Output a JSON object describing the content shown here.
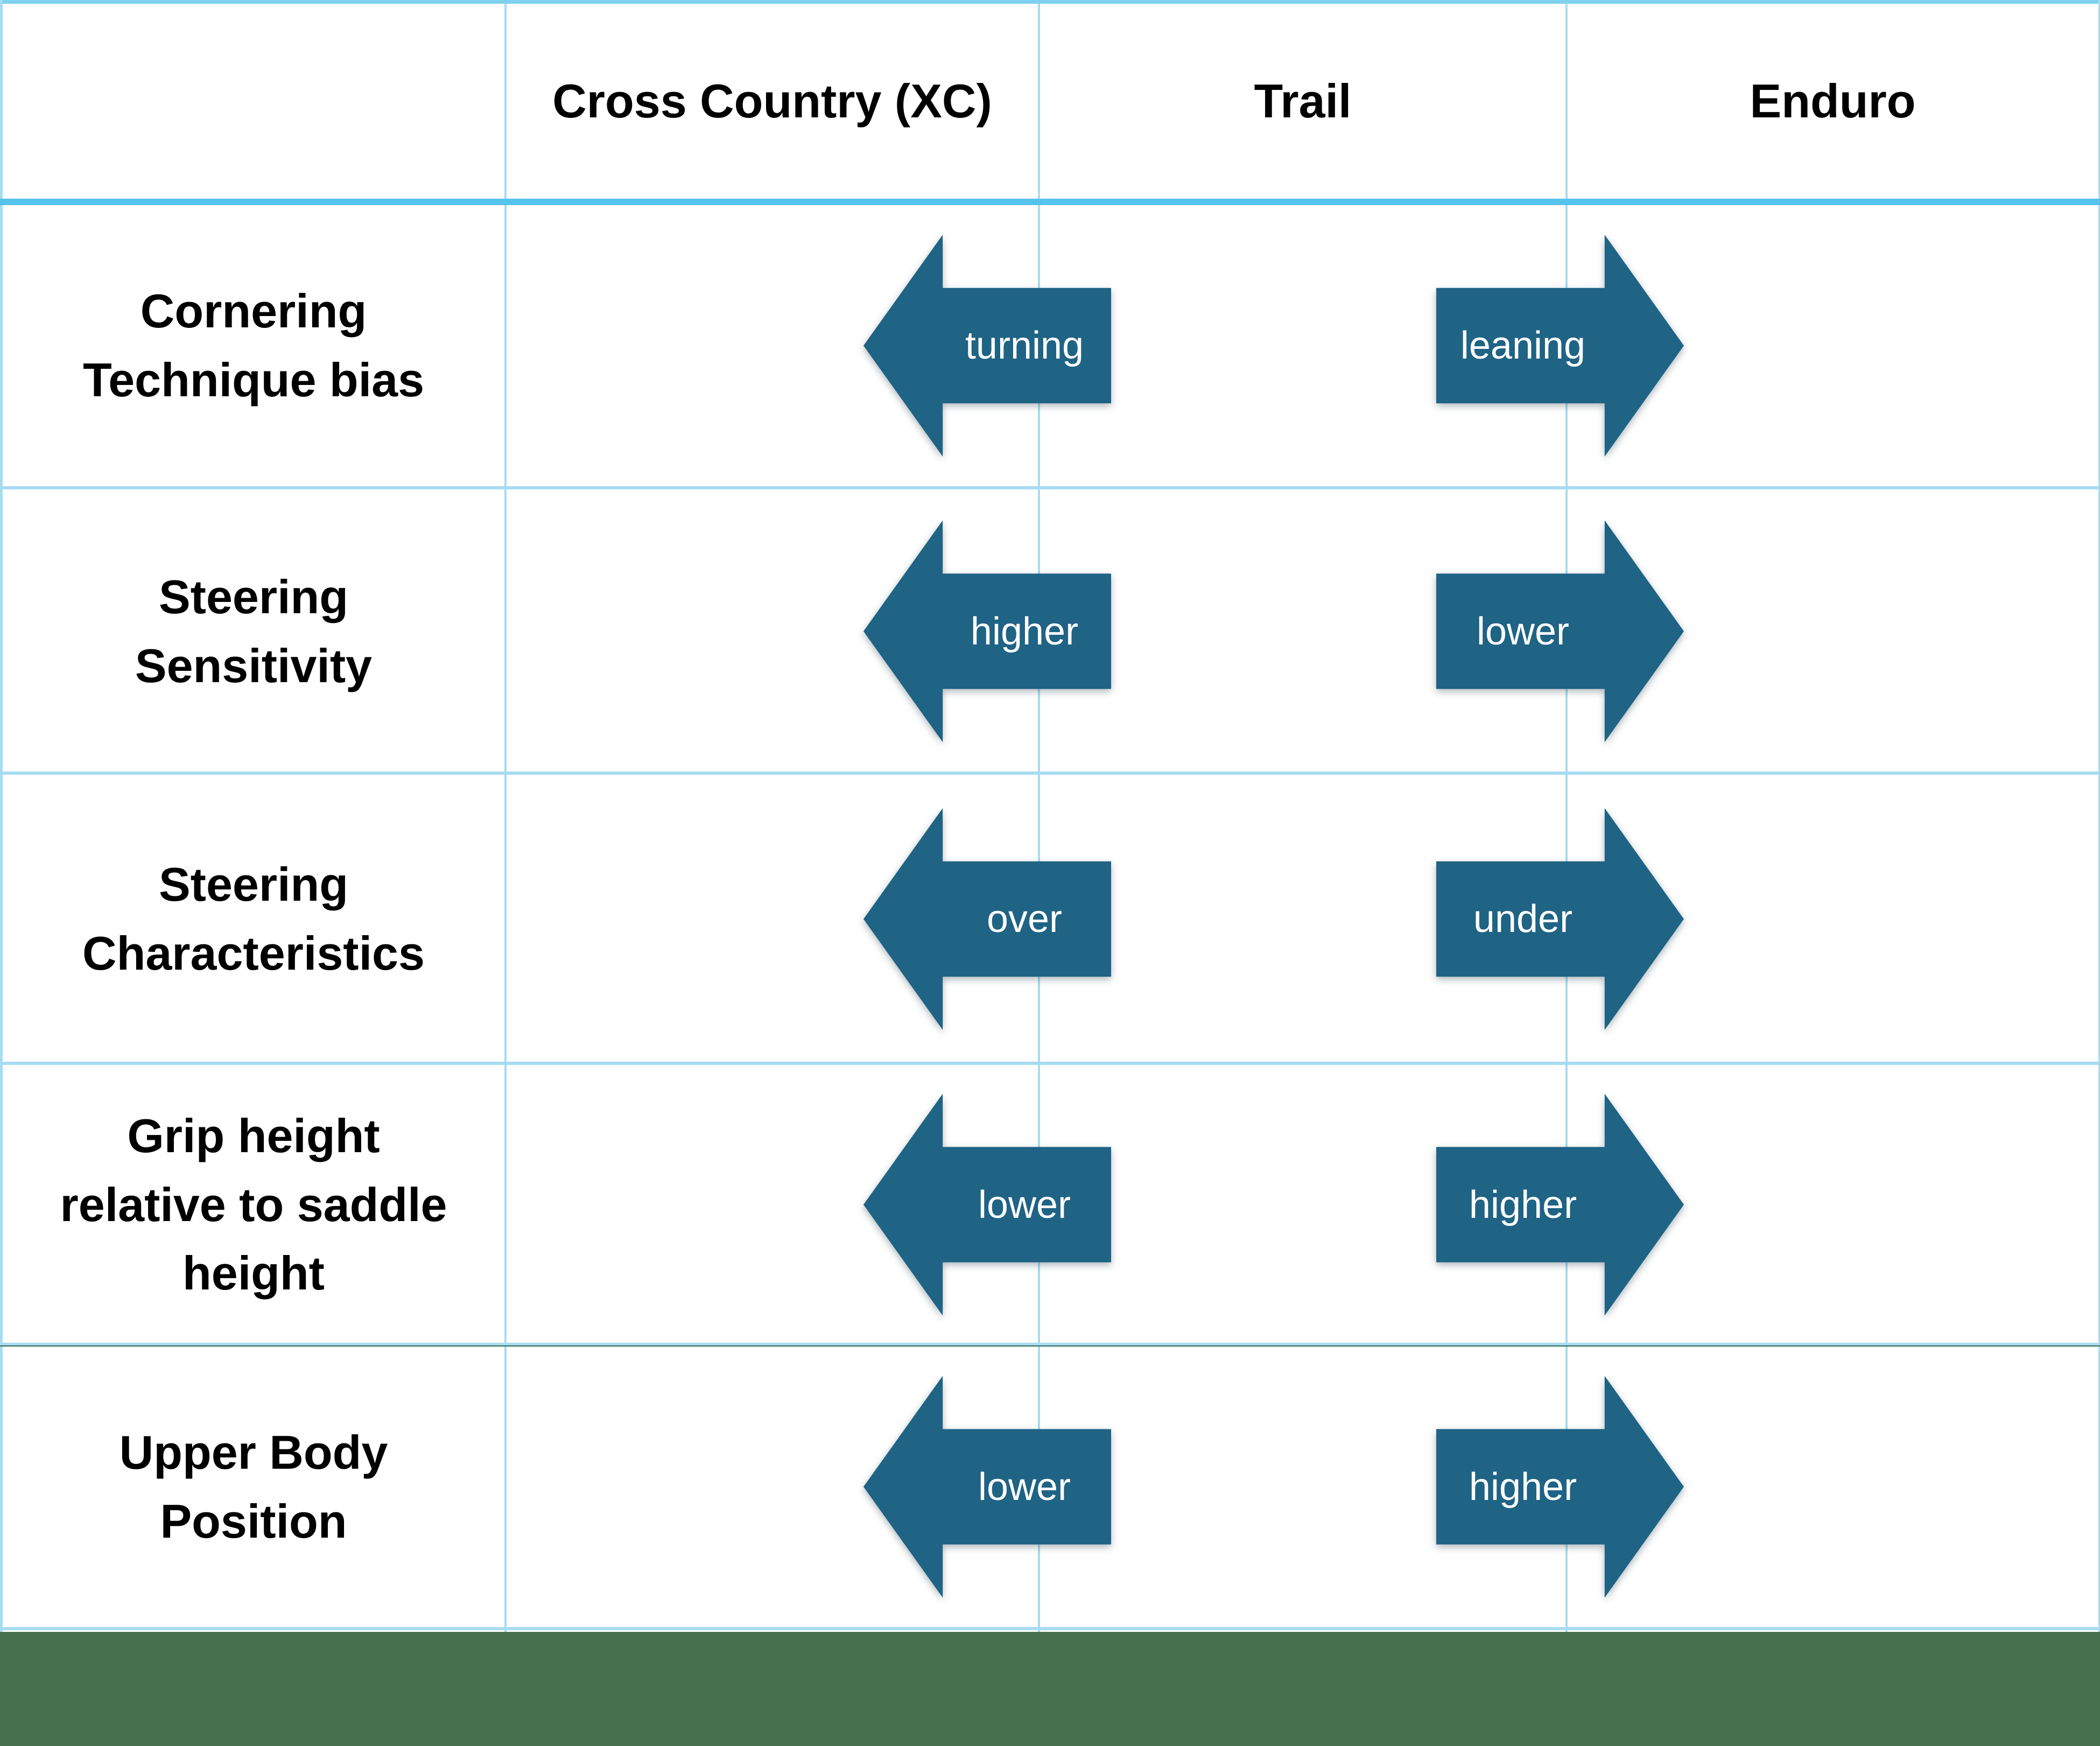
{
  "table": {
    "header": {
      "columns": [
        "",
        "Cross Country (XC)",
        "Trail",
        "Enduro"
      ]
    },
    "rows": [
      {
        "label": "Cornering Technique bias",
        "label_lines": [
          "Cornering",
          "Technique bias",
          ""
        ],
        "left_arrow": "turning",
        "right_arrow": "leaning"
      },
      {
        "label": "Steering Sensitivity",
        "label_lines": [
          "Steering",
          "Sensitivity",
          ""
        ],
        "left_arrow": "higher",
        "right_arrow": "lower"
      },
      {
        "label": "Steering Characteristics",
        "label_lines": [
          "Steering",
          "Characteristics",
          ""
        ],
        "left_arrow": "over",
        "right_arrow": "under"
      },
      {
        "label": "Grip height relative to saddle height",
        "label_lines": [
          "Grip height",
          "relative to saddle",
          "height"
        ],
        "left_arrow": "lower",
        "right_arrow": "higher"
      },
      {
        "label": "Upper Body Position",
        "label_lines": [
          "Upper Body",
          "Position",
          ""
        ],
        "left_arrow": "lower",
        "right_arrow": "higher"
      }
    ]
  },
  "colors": {
    "arrow_fill": "#1F6385",
    "arrow_text": "#FFFFFF",
    "grid_line_light": "#A6DCF2",
    "grid_line_accent": "#55C3EC",
    "top_border": "#7FD1F0",
    "separator_dark_edge": "#2F6B58",
    "footer_bar": "#47714E",
    "text": "#000000",
    "background": "#FFFFFF"
  }
}
